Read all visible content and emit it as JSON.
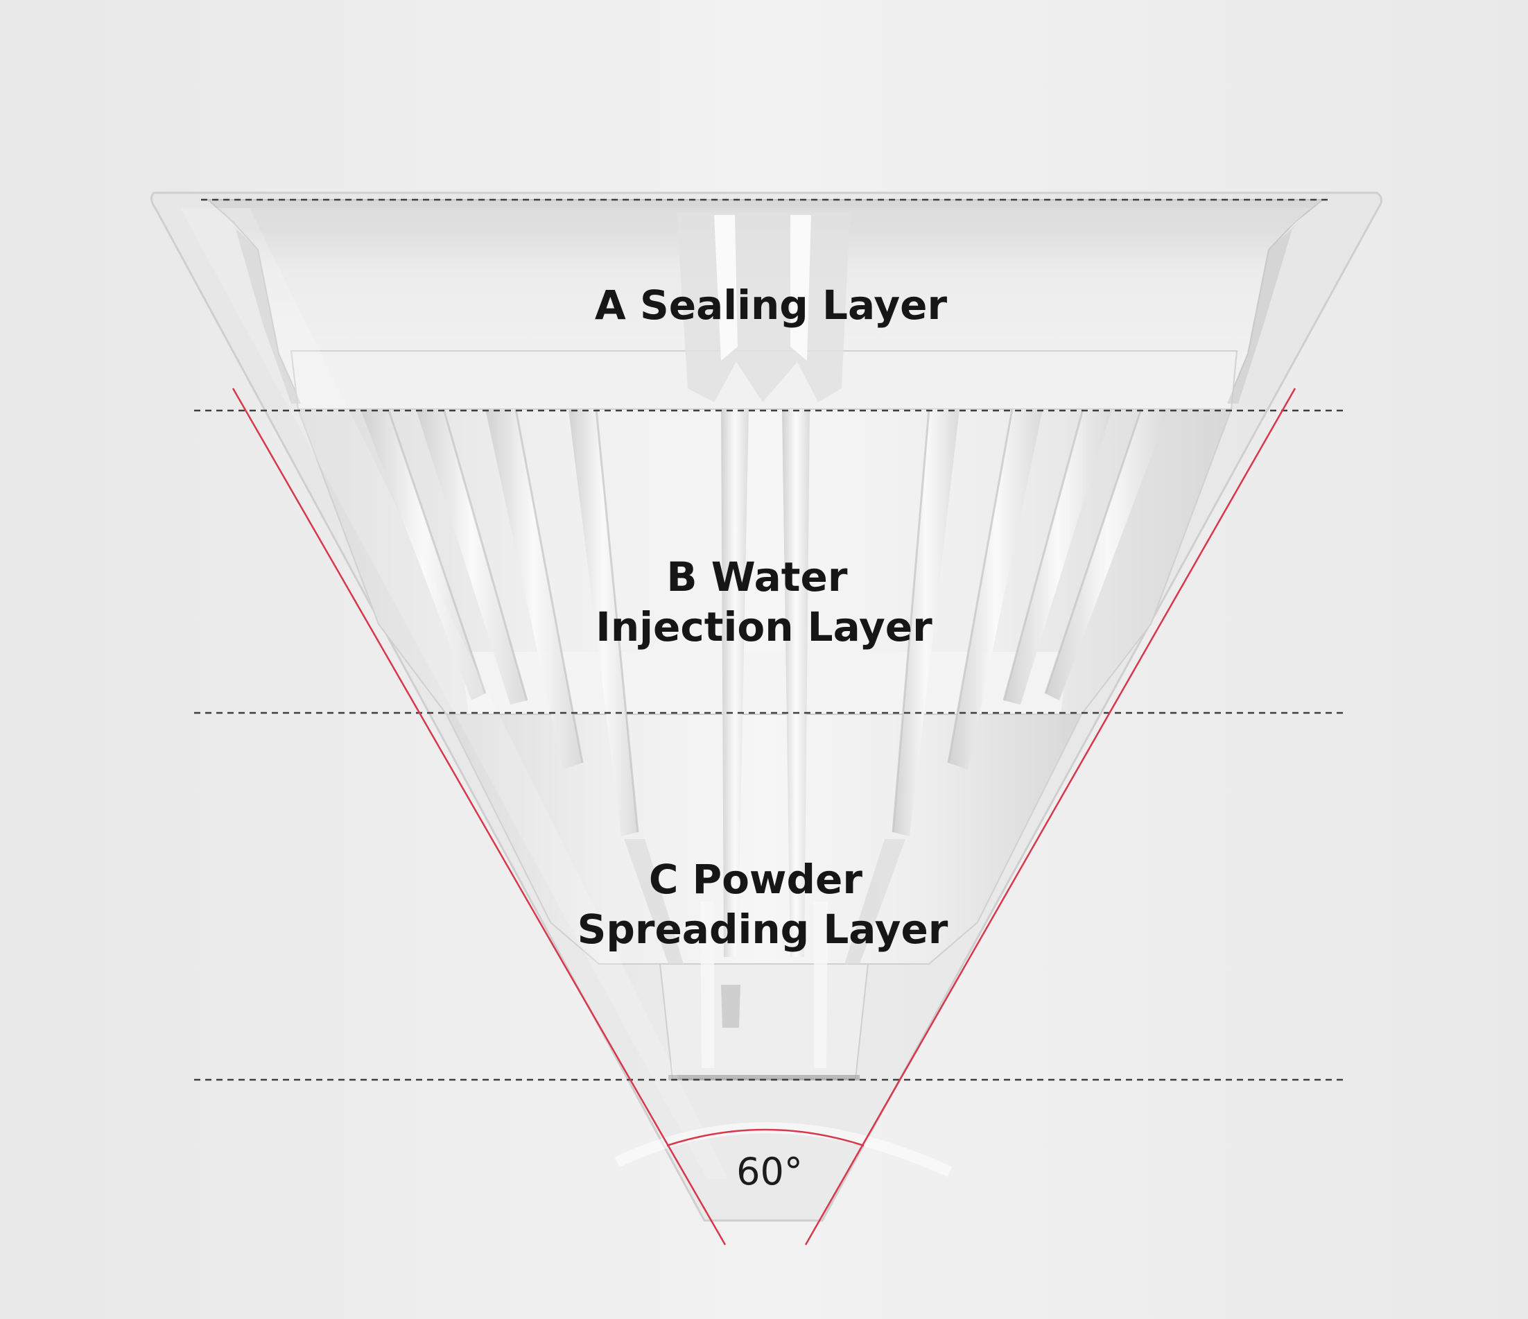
{
  "layers": [
    {
      "letter": "A",
      "lines": [
        "A Sealing Layer"
      ]
    },
    {
      "letter": "B",
      "lines": [
        "B Water",
        "Injection Layer"
      ]
    },
    {
      "letter": "C",
      "lines": [
        "C Powder",
        "Spreading Layer"
      ]
    }
  ],
  "angle": {
    "label": "60°",
    "degrees": 60
  },
  "colors": {
    "background": "#eeeeee",
    "cone_lines": "#d9374a",
    "dashed_lines": "#444444",
    "text": "#161616"
  }
}
